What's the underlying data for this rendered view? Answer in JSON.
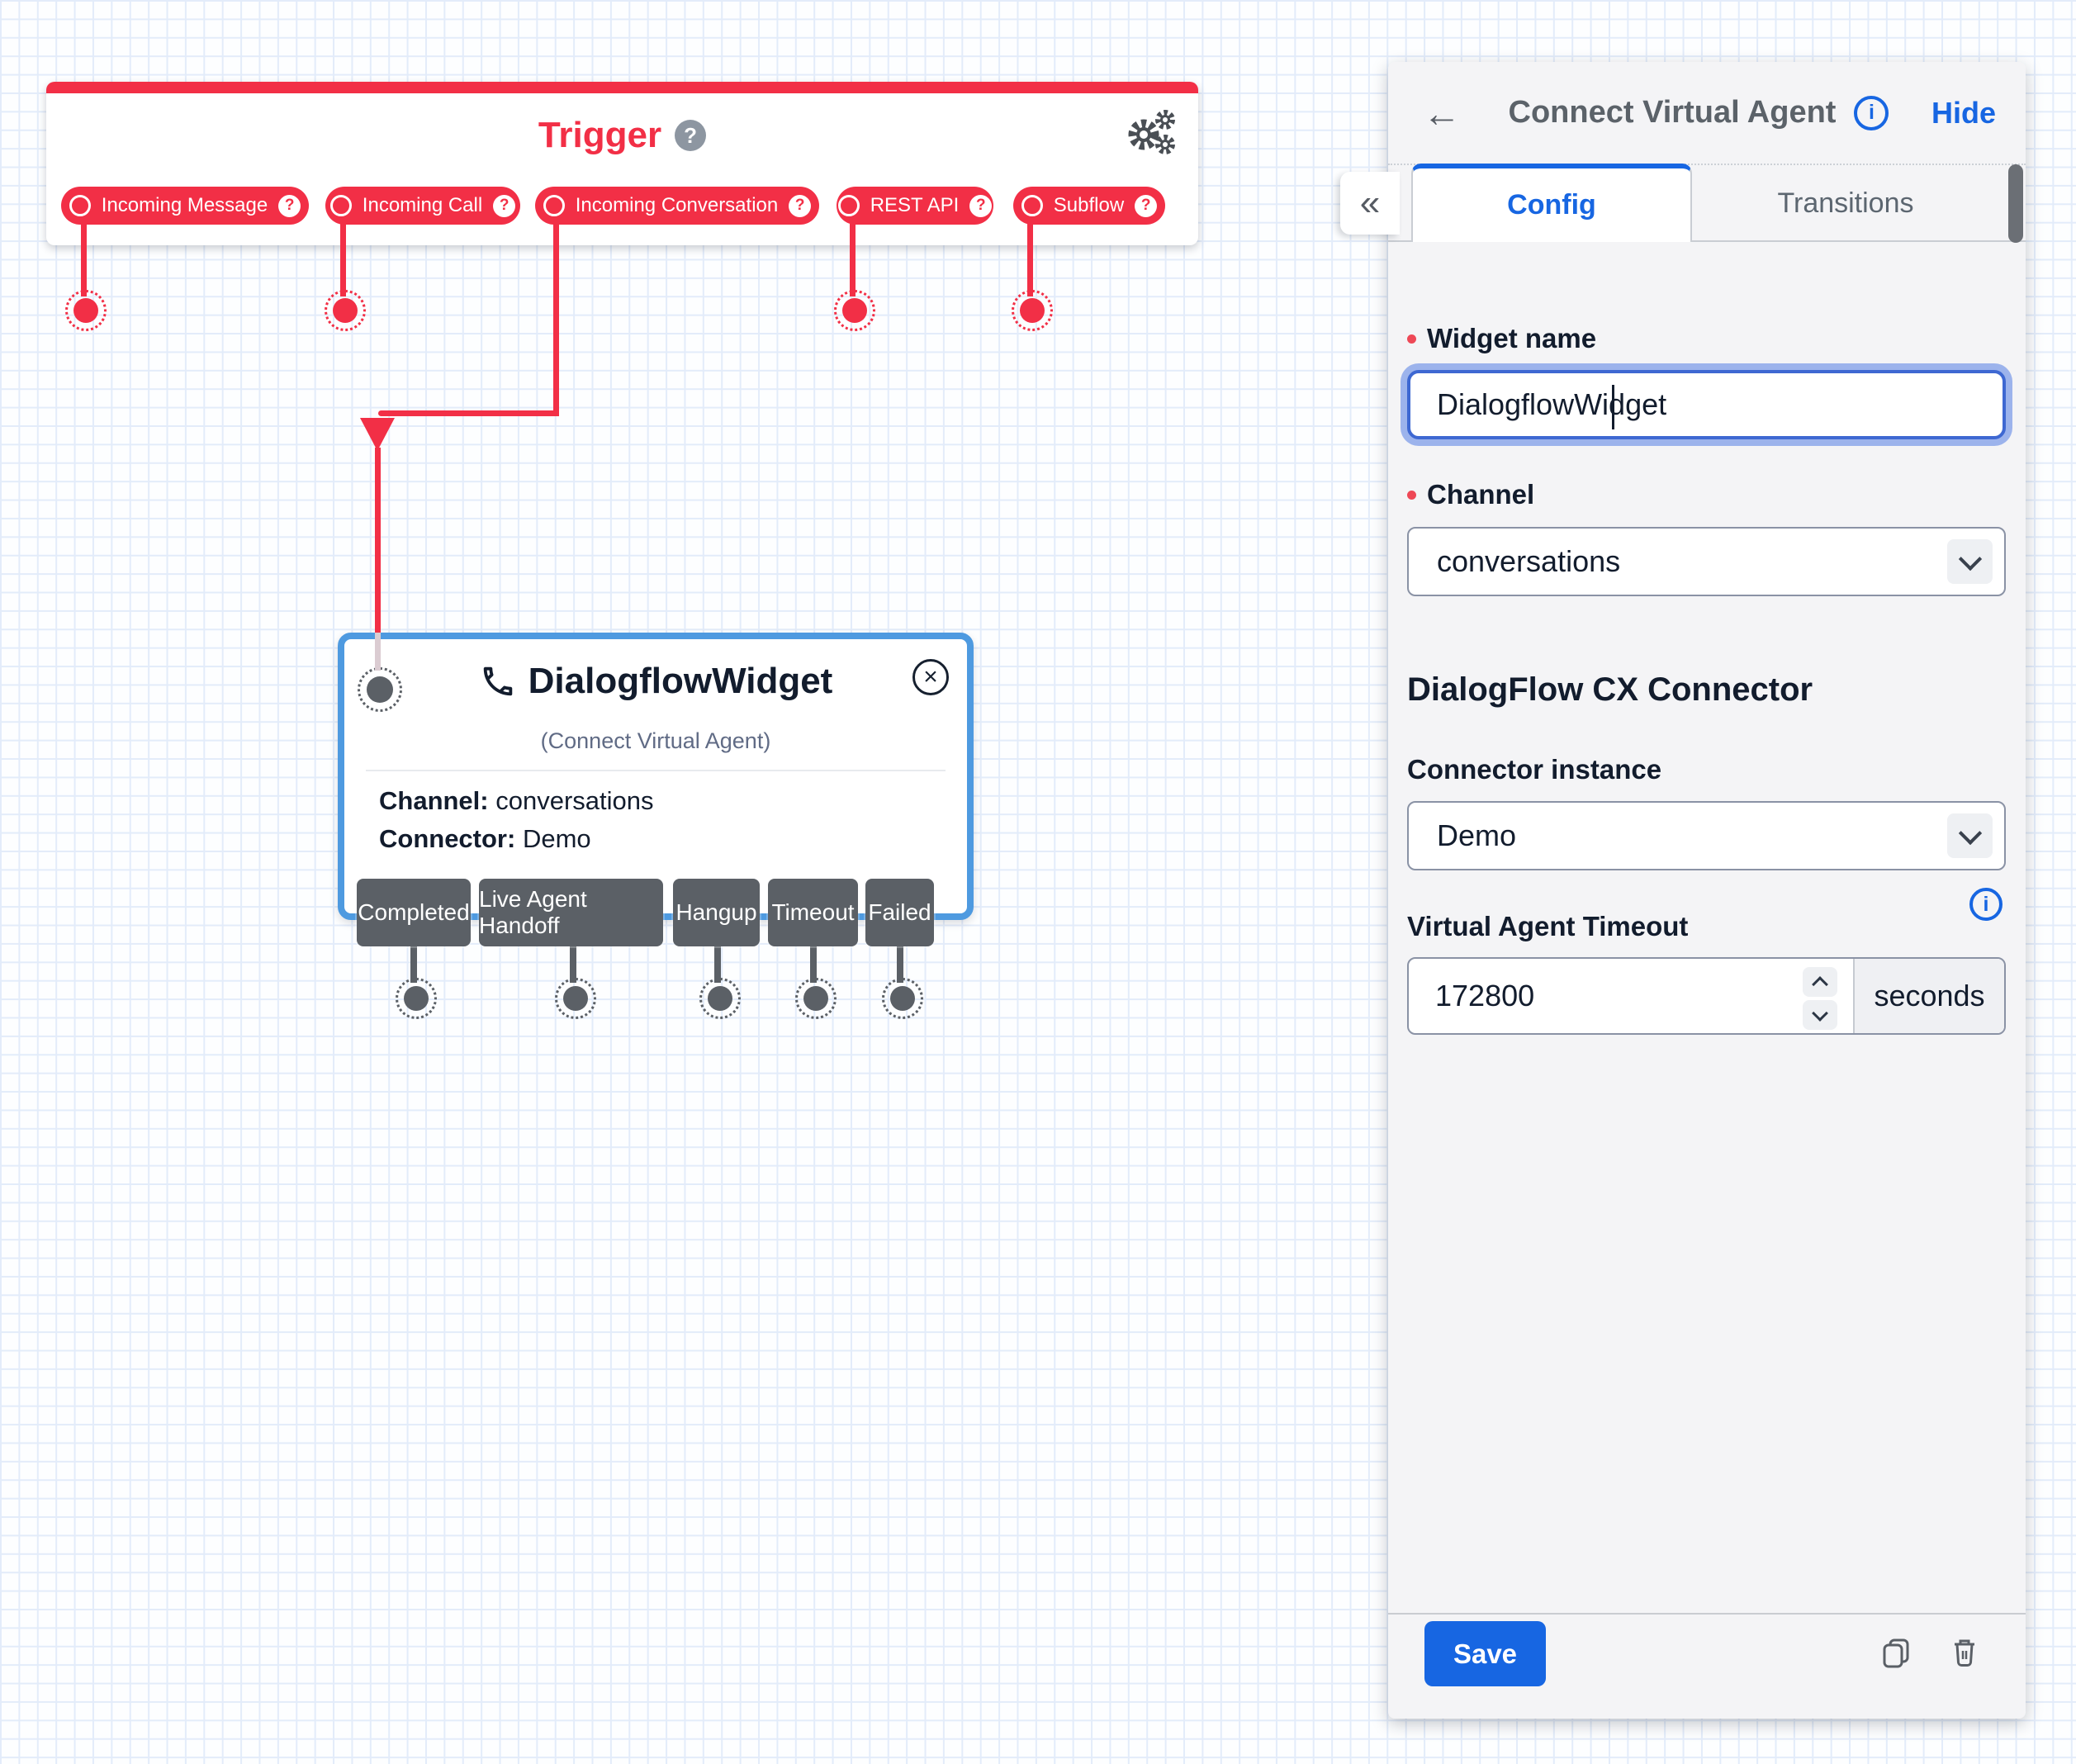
{
  "colors": {
    "accent_red": "#F22F46",
    "primary_blue": "#1766E2",
    "node_border_blue": "#4E9AE0",
    "navy_text": "#121C2D",
    "panel_bg": "#F4F4F6",
    "transition_tab_gray": "#5B6066"
  },
  "icons": {
    "back": "←",
    "collapse": "«",
    "help": "?",
    "close": "×",
    "info": "i"
  },
  "canvas": {
    "trigger": {
      "title": "Trigger",
      "pills": [
        "Incoming Message",
        "Incoming Call",
        "Incoming Conversation",
        "REST API",
        "Subflow"
      ]
    },
    "node": {
      "title": "DialogflowWidget",
      "subtitle": "(Connect Virtual Agent)",
      "channel_label": "Channel:",
      "channel_value": "conversations",
      "connector_label": "Connector:",
      "connector_value": "Demo",
      "transitions": [
        "Completed",
        "Live Agent Handoff",
        "Hangup",
        "Timeout",
        "Failed"
      ]
    }
  },
  "panel": {
    "title": "Connect Virtual Agent",
    "hide_label": "Hide",
    "tabs": {
      "config": "Config",
      "transitions": "Transitions"
    },
    "fields": {
      "widget_name": {
        "label": "Widget name",
        "value": "DialogflowWidget"
      },
      "channel": {
        "label": "Channel",
        "value": "conversations"
      },
      "section_heading": "DialogFlow CX Connector",
      "connector_instance": {
        "label": "Connector instance",
        "value": "Demo"
      },
      "timeout": {
        "label": "Virtual Agent Timeout",
        "value": "172800",
        "unit": "seconds"
      }
    },
    "save_label": "Save"
  }
}
